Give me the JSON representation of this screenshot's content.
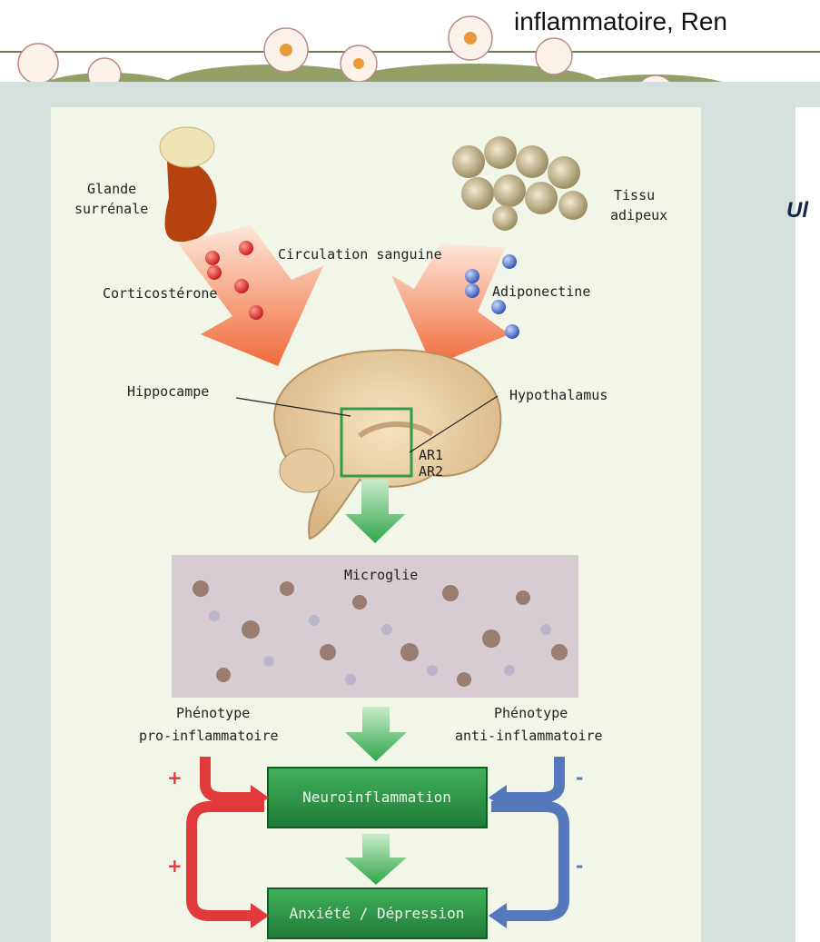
{
  "slide": {
    "title_fragment": "inflammatoire, Ren",
    "right_partial_heading": "Ul"
  },
  "figure": {
    "labels": {
      "glande": "Glande",
      "surrenale": "surrénale",
      "tissu": "Tissu",
      "adipeux": "adipeux",
      "circulation": "Circulation sanguine",
      "corticosterone": "Corticostérone",
      "adiponectine": "Adiponectine",
      "hippocampe": "Hippocampe",
      "hypothalamus": "Hypothalamus",
      "ar1": "AR1",
      "ar2": "AR2",
      "microglie": "Microglie",
      "phenotype_pro_1": "Phénotype",
      "phenotype_pro_2": "pro-inflammatoire",
      "phenotype_anti_1": "Phénotype",
      "phenotype_anti_2": "anti-inflammatoire",
      "neuroinflammation": "Neuroinflammation",
      "anxiete": "Anxiété / Dépression",
      "plus_top": "+",
      "plus_bottom": "+",
      "minus_top": "-",
      "minus_bottom": "-"
    }
  },
  "colors": {
    "background_panel": "#d6e0dd",
    "figure_bg": "#f1f6e8",
    "green_box": "#2f9e48",
    "red_arrow": "#e23a3a",
    "blue_arrow": "#5577bb",
    "orange_arrow": "#f07a4a",
    "title_blue": "#12264a"
  }
}
